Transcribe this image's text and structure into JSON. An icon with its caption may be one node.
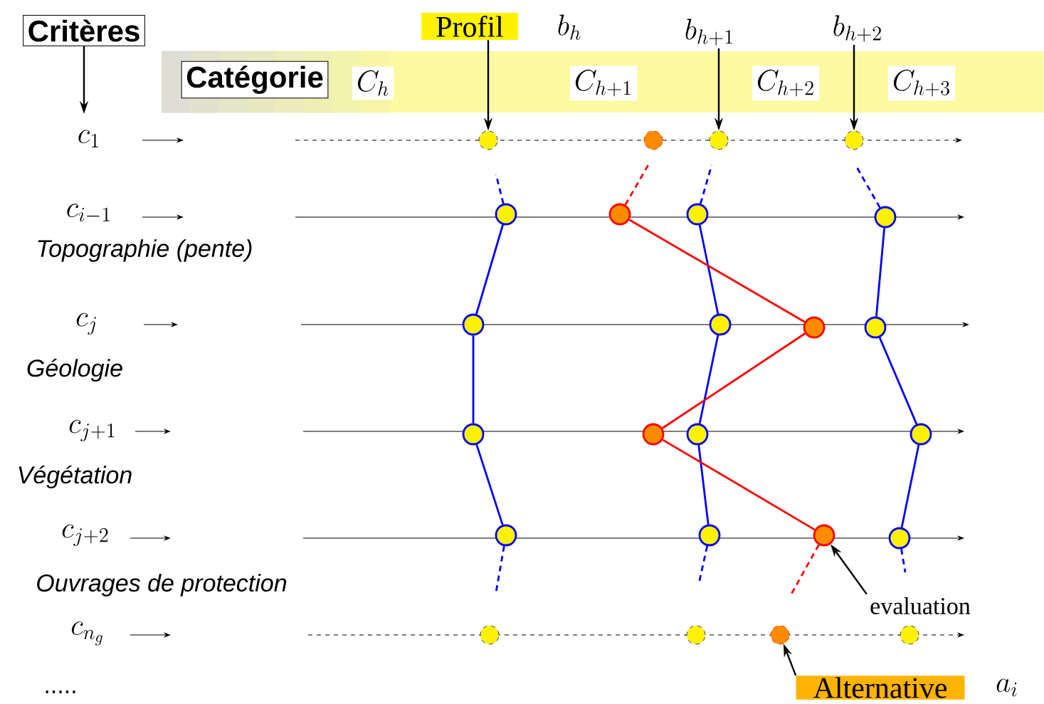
{
  "diagram": {
    "nodes": [
      {
        "text": [
          "Critères"
        ]
      },
      {
        "text": [
          "Profil"
        ],
        "beside": [
          "b_h"
        ]
      },
      {
        "text": [
          "b_{h+1}"
        ]
      },
      {
        "text": [
          "b_{h+2}"
        ]
      },
      {
        "text": [],
        "shape": "bar"
      },
      {
        "text": [
          "Catégorie"
        ],
        "in": 4
      },
      {
        "text": [
          "C_h"
        ],
        "in": 4
      },
      {
        "text": [
          "C_{h+1}"
        ],
        "in": 4
      },
      {
        "text": [
          "C_{h+2}"
        ],
        "in": 4
      },
      {
        "text": [
          "C_{h+3}"
        ],
        "in": 4
      },
      {
        "text": [
          "evaluation"
        ]
      },
      {
        "text": [
          "Alternative"
        ],
        "beside": [
          "a_i"
        ]
      },
      {
        "text": [],
        "shape": "circle"
      },
      {
        "text": [],
        "shape": "circle"
      },
      {
        "text": [],
        "shape": "circle"
      },
      {
        "text": [],
        "shape": "circle"
      },
      {
        "text": [],
        "shape": "circle"
      },
      {
        "text": [],
        "shape": "circle"
      },
      {
        "text": [],
        "shape": "circle"
      },
      {
        "text": [],
        "shape": "circle"
      },
      {
        "text": [],
        "shape": "circle"
      },
      {
        "text": [],
        "shape": "circle"
      },
      {
        "text": [],
        "shape": "circle"
      },
      {
        "text": [],
        "shape": "circle"
      },
      {
        "text": [],
        "shape": "circle"
      },
      {
        "text": [],
        "shape": "circle"
      },
      {
        "text": [],
        "shape": "circle"
      },
      {
        "text": [],
        "shape": "circle"
      },
      {
        "text": [],
        "shape": "circle"
      },
      {
        "text": [],
        "shape": "circle"
      },
      {
        "text": [],
        "shape": "circle"
      },
      {
        "text": [],
        "shape": "circle"
      },
      {
        "text": [],
        "shape": "circle"
      },
      {
        "text": [],
        "shape": "circle"
      },
      {
        "text": [],
        "shape": "circle"
      },
      {
        "text": [],
        "shape": "circle"
      }
    ],
    "edges": [
      {
        "from": 0,
        "to": null,
        "arrow": "to",
        "color": "#000000"
      },
      {
        "from": 1,
        "to": 12,
        "arrow": "to",
        "color": "#000000"
      },
      {
        "from": 2,
        "to": 14,
        "arrow": "to",
        "color": "#000000"
      },
      {
        "from": 3,
        "to": 15,
        "arrow": "to",
        "color": "#000000"
      },
      {
        "from": 10,
        "to": 30,
        "arrow": "to",
        "color": "#000000"
      },
      {
        "from": 11,
        "to": 34,
        "arrow": "to",
        "color": "#000000"
      },
      {
        "from": 16,
        "to": 20,
        "arrow": "none",
        "color": "#0000ff"
      },
      {
        "from": 20,
        "to": 24,
        "arrow": "none",
        "color": "#0000ff"
      },
      {
        "from": 24,
        "to": 28,
        "arrow": "none",
        "color": "#0000ff"
      },
      {
        "from": 18,
        "to": 21,
        "arrow": "none",
        "color": "#0000ff"
      },
      {
        "from": 21,
        "to": 26,
        "arrow": "none",
        "color": "#0000ff"
      },
      {
        "from": 26,
        "to": 29,
        "arrow": "none",
        "color": "#0000ff"
      },
      {
        "from": 19,
        "to": 23,
        "arrow": "none",
        "color": "#0000ff"
      },
      {
        "from": 23,
        "to": 27,
        "arrow": "none",
        "color": "#0000ff"
      },
      {
        "from": 27,
        "to": 31,
        "arrow": "none",
        "color": "#0000ff"
      },
      {
        "from": 17,
        "to": 22,
        "arrow": "none",
        "color": "#ff0000"
      },
      {
        "from": 22,
        "to": 25,
        "arrow": "none",
        "color": "#ff0000"
      },
      {
        "from": 25,
        "to": 30,
        "arrow": "none",
        "color": "#ff0000"
      },
      {
        "from": 16,
        "to": null,
        "arrow": "none",
        "style": "dashed",
        "color": "#0000ff"
      },
      {
        "from": 17,
        "to": null,
        "arrow": "none",
        "style": "dashed",
        "color": "#ff0000"
      },
      {
        "from": 18,
        "to": null,
        "arrow": "none",
        "style": "dashed",
        "color": "#0000ff"
      },
      {
        "from": 19,
        "to": null,
        "arrow": "none",
        "style": "dashed",
        "color": "#0000ff"
      },
      {
        "from": 28,
        "to": null,
        "arrow": "none",
        "style": "dashed",
        "color": "#0000ff"
      },
      {
        "from": 29,
        "to": null,
        "arrow": "none",
        "style": "dashed",
        "color": "#0000ff"
      },
      {
        "from": 30,
        "to": null,
        "arrow": "none",
        "style": "dashed",
        "color": "#ff0000"
      },
      {
        "from": 31,
        "to": null,
        "arrow": "none",
        "style": "dashed",
        "color": "#0000ff"
      }
    ],
    "labels": [
      "c_1",
      "c_{i-1}",
      "Topographie (pente)",
      "c_j",
      "Géologie",
      "c_{j+1}",
      "Végétation",
      "c_{j+2}",
      "Ouvrages de protection",
      "c_{n_g}",
      "....."
    ]
  }
}
